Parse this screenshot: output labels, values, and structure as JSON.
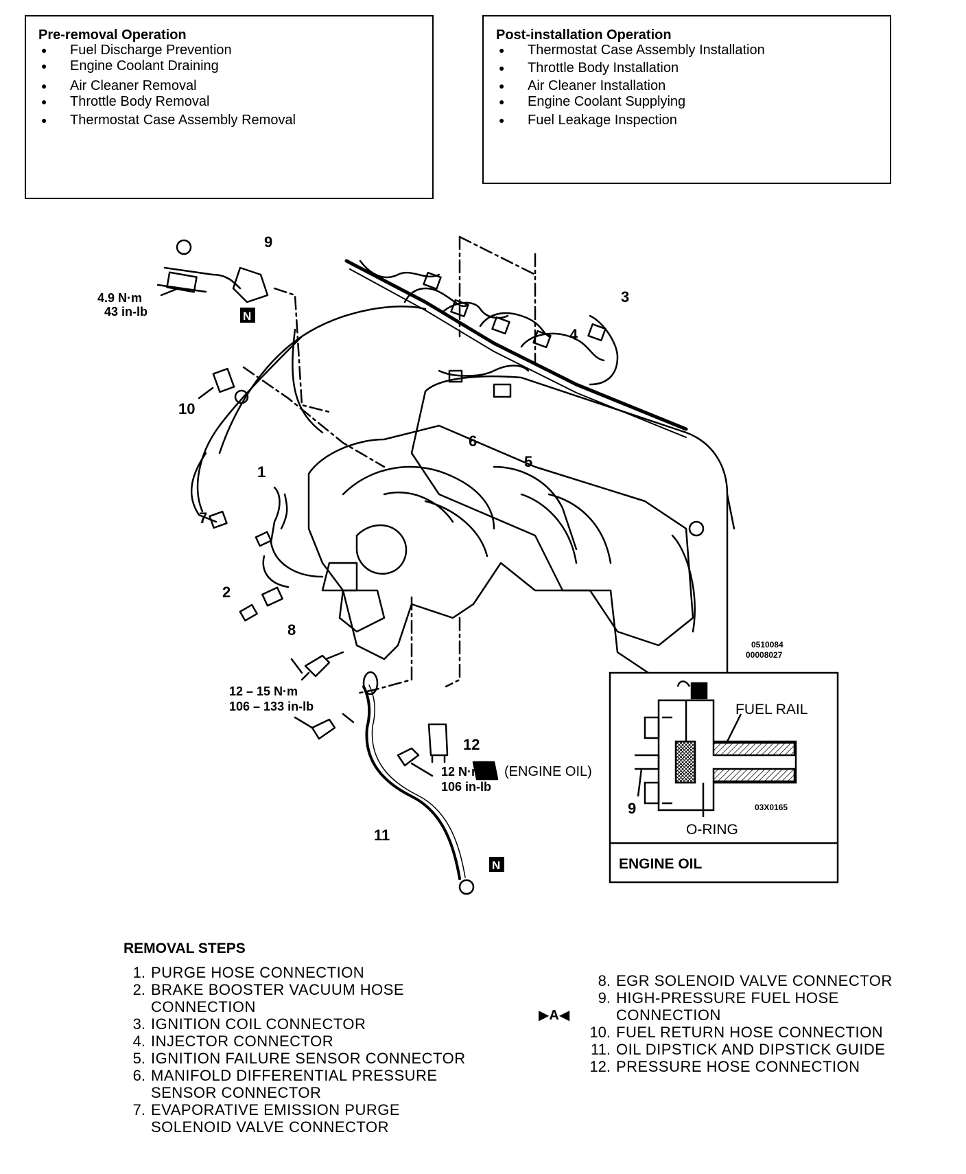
{
  "pre_removal": {
    "title": "Pre-removal Operation",
    "items": [
      "Fuel Discharge Prevention",
      "Engine Coolant Draining",
      "Air Cleaner Removal",
      "Throttle Body Removal",
      "Thermostat Case Assembly Removal"
    ]
  },
  "post_installation": {
    "title": "Post-installation Operation",
    "items": [
      "Thermostat Case Assembly Installation",
      "Throttle Body Installation",
      "Air Cleaner Installation",
      "Engine Coolant Supplying",
      "Fuel Leakage Inspection"
    ]
  },
  "diagram": {
    "callouts": [
      "1",
      "2",
      "3",
      "4",
      "5",
      "6",
      "7",
      "8",
      "9",
      "10",
      "11",
      "12"
    ],
    "torque_9_nm": "4.9 N·m",
    "torque_9_inlb": "43 in-lb",
    "torque_8_nm": "12 – 15 N·m",
    "torque_8_inlb": "106 – 133 in-lb",
    "torque_12_nm": "12 N·m",
    "torque_12_inlb": "106 in-lb",
    "new_part_mark": "N",
    "engine_oil_label": "(ENGINE OIL)",
    "code_1": "0510084",
    "code_2": "00008027"
  },
  "inset": {
    "fuel_rail_label": "FUEL RAIL",
    "oring_label": "O-RING",
    "callout": "9",
    "code": "03X0165",
    "footer": "ENGINE OIL"
  },
  "removal_steps": {
    "heading": "REMOVAL STEPS",
    "left": [
      {
        "num": "1.",
        "text": "PURGE HOSE CONNECTION"
      },
      {
        "num": "2.",
        "text": "BRAKE BOOSTER VACUUM HOSE CONNECTION"
      },
      {
        "num": "3.",
        "text": "IGNITION COIL CONNECTOR"
      },
      {
        "num": "4.",
        "text": "INJECTOR CONNECTOR"
      },
      {
        "num": "5.",
        "text": "IGNITION FAILURE SENSOR CONNECTOR"
      },
      {
        "num": "6.",
        "text": "MANIFOLD DIFFERENTIAL PRESSURE SENSOR CONNECTOR"
      },
      {
        "num": "7.",
        "text": "EVAPORATIVE EMISSION PURGE SOLENOID VALVE CONNECTOR"
      }
    ],
    "right": [
      {
        "num": "8.",
        "text": "EGR SOLENOID VALVE CONNECTOR"
      },
      {
        "num": "9.",
        "text": "HIGH-PRESSURE FUEL HOSE CONNECTION"
      },
      {
        "num": "10.",
        "text": "FUEL RETURN HOSE CONNECTION"
      },
      {
        "num": "11.",
        "text": "OIL DIPSTICK AND DIPSTICK GUIDE"
      },
      {
        "num": "12.",
        "text": "PRESSURE HOSE CONNECTION"
      }
    ],
    "service_mark": "▶A◀"
  }
}
